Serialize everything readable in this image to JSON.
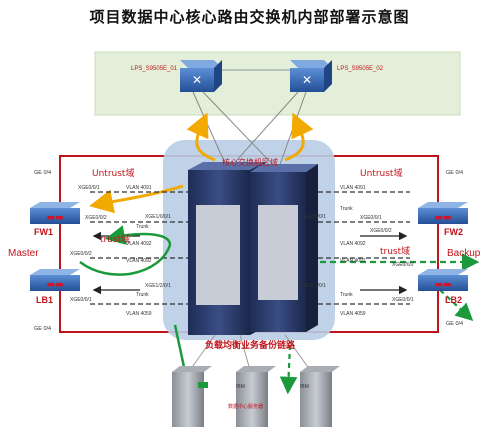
{
  "title": "项目数据中心核心路由交换机内部部署示意图",
  "labels": {
    "lps1": "LPS_S9505E_01",
    "lps2": "LPS_S9505E_02",
    "core_area": "核心交换机区域",
    "untrust_left": "Untrust域",
    "untrust_right": "Untrust域",
    "trust_left": "trust域",
    "trust_right": "trust域",
    "fw1": "FW1",
    "fw2": "FW2",
    "lb1": "LB1",
    "lb2": "LB2",
    "master": "Master",
    "backup": "Backup",
    "ge_top_left": "GE 0/4",
    "ge_top_right": "GE 0/4",
    "ge_bot_left": "GE 0/4",
    "ge_bot_right": "GE 0/4",
    "xge_l1": "XGE0/0/1",
    "xge_l2": "XGE0/0/2",
    "xge_l3": "XGE0/0/2",
    "xge_l4": "XGE0/0/1",
    "xge_r1": "XGE0/0/1",
    "xge_r2": "XGE0/0/2",
    "xge_r3": "XGE0/0/2",
    "xge_r4": "XGE0/0/1",
    "vlan_l1": "VLAN 4091",
    "vlan_l2": "VLAN 4092",
    "vlan_l3": "VLAN 4092",
    "vlan_l4": "VLAN 4059",
    "vlan_r1": "VLAN 4091",
    "vlan_r2": "VLAN 4092",
    "vlan_r3": "VLAN 4092",
    "vlan_r4": "VLAN 4059",
    "trunk_l1": "Trunk",
    "trunk_l2": "Trunk",
    "trunk_r1": "Trunk",
    "trunk_r2": "Trunk",
    "port_c1": "XGE1/0/0/1",
    "port_c2": "XGE1/2/0/1",
    "port_c3": "XGE2/6/0/1",
    "port_c4": "XGE2/2/0/1",
    "lb_link": "负载均衡业务备份链路",
    "server_label": "数据中心服务器",
    "ibm1": "IBM",
    "ibm2": "IBM"
  },
  "colors": {
    "red_line": "#c0141c",
    "green_line": "#1a9a3a",
    "orange_arrow": "#f2a900",
    "core_bg": "#b8cde6",
    "top_zone": "#e3efd8",
    "device_blue": "#2f5fa8"
  }
}
